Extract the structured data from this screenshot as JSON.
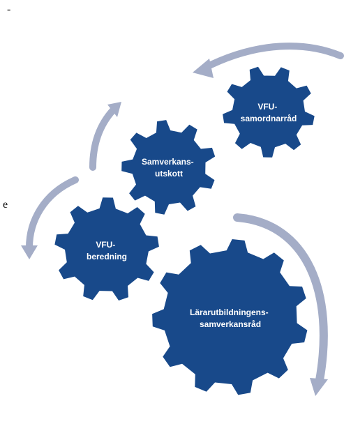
{
  "edge_text": {
    "top": "-",
    "middle": "e"
  },
  "colors": {
    "gear": "#18498a",
    "arrow": "#a4adc7",
    "label": "#ffffff",
    "background": "#ffffff"
  },
  "gears": [
    {
      "id": "vfu-samordnarrad",
      "lines": [
        "VFU-",
        "samordnarråd"
      ]
    },
    {
      "id": "samverkansutskott",
      "lines": [
        "Samverkans-",
        "utskott"
      ]
    },
    {
      "id": "vfu-beredning",
      "lines": [
        "VFU-",
        "beredning"
      ]
    },
    {
      "id": "lararutbildningens-samverkansrad",
      "lines": [
        "Lärarutbildningens-",
        "samverkansråd"
      ]
    }
  ]
}
